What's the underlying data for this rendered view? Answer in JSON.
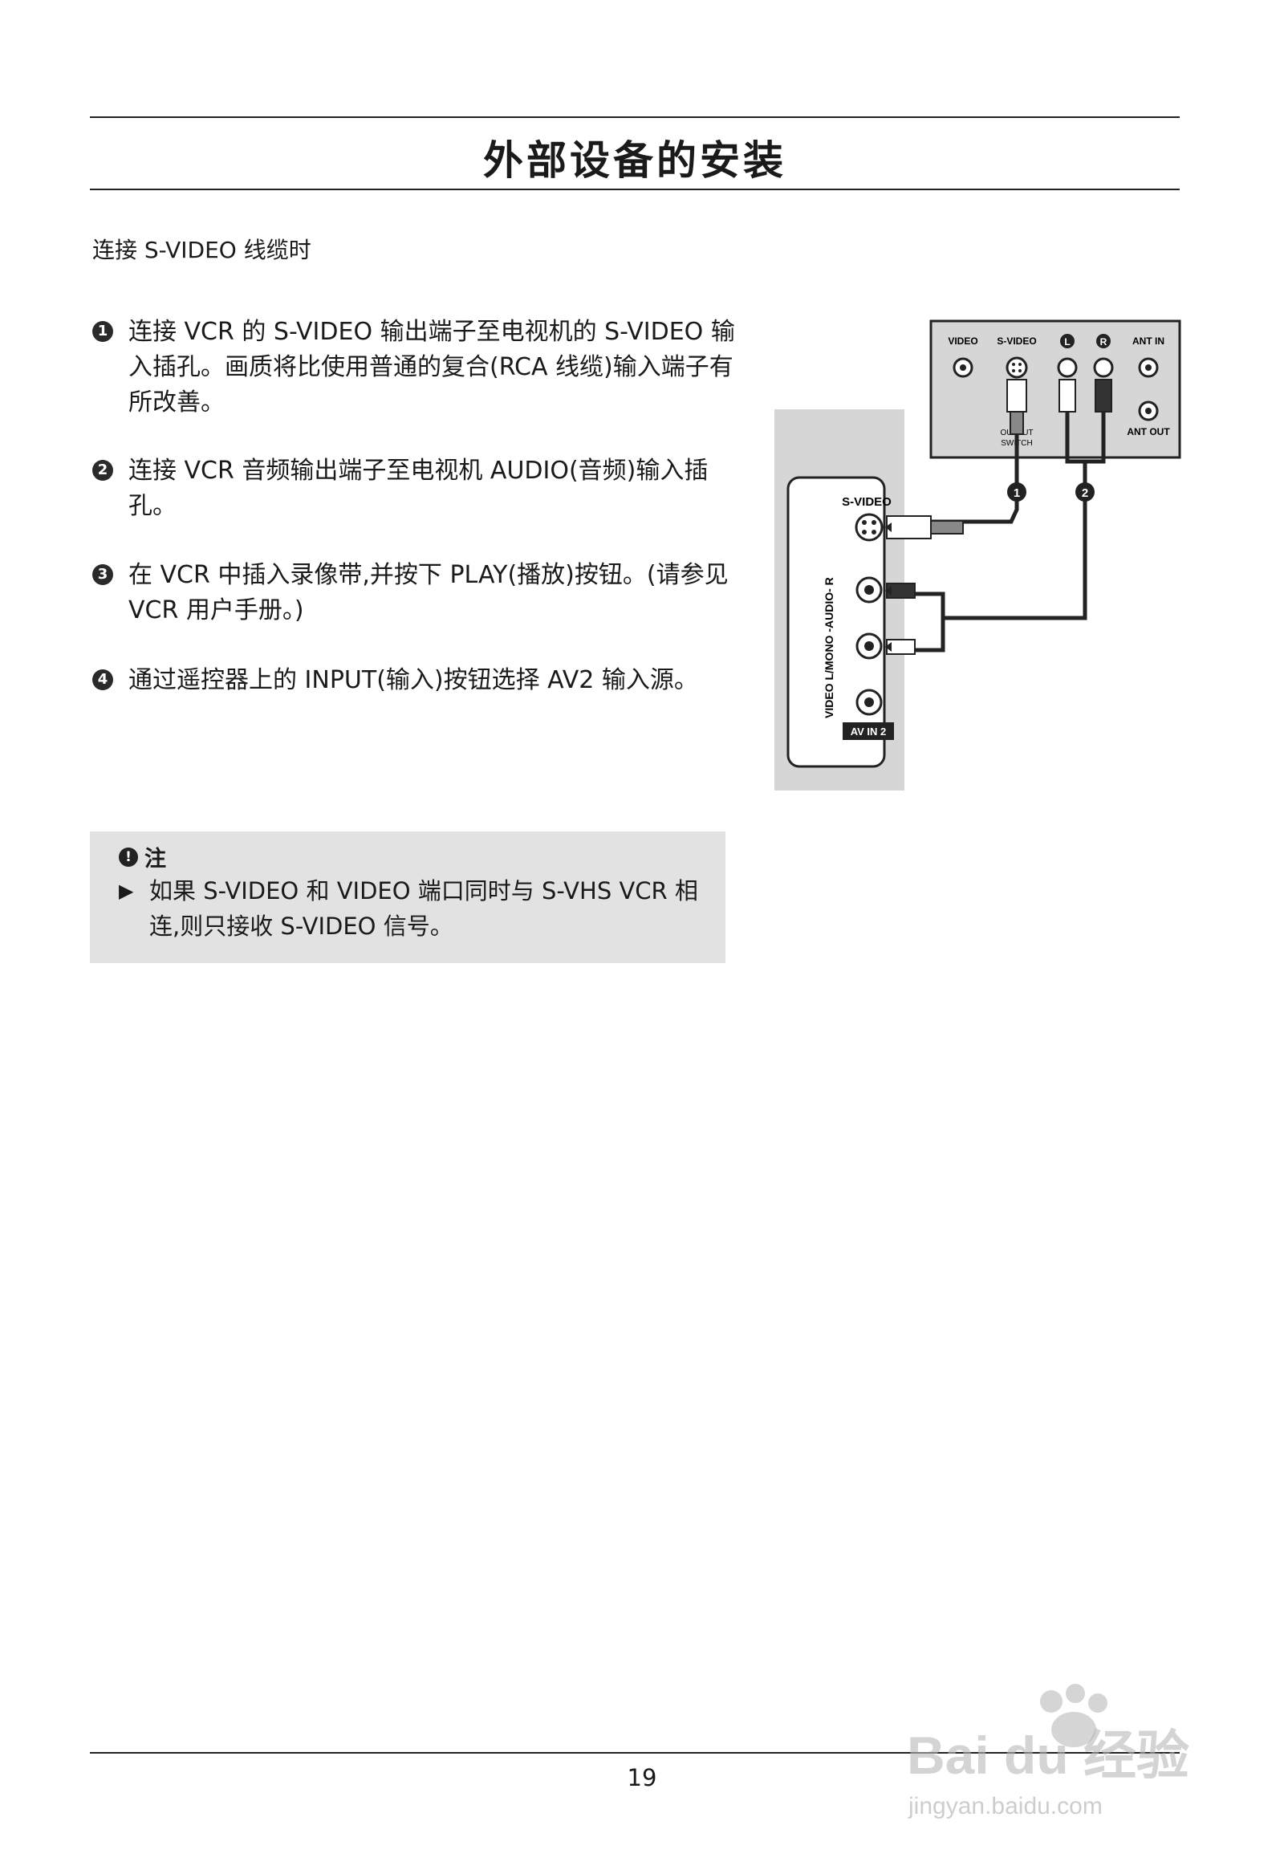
{
  "header": {
    "title": "外部设备的安装"
  },
  "section": {
    "subtitle": "连接 S-VIDEO 线缆时"
  },
  "steps": [
    {
      "num": "1",
      "text": "连接 VCR 的 S-VIDEO 输出端子至电视机的 S-VIDEO 输入插孔。画质将比使用普通的复合(RCA 线缆)输入端子有所改善。"
    },
    {
      "num": "2",
      "text": "连接 VCR 音频输出端子至电视机 AUDIO(音频)输入插孔。"
    },
    {
      "num": "3",
      "text": "在 VCR 中插入录像带,并按下 PLAY(播放)按钮。(请参见 VCR 用户手册。)"
    },
    {
      "num": "4",
      "text": "通过遥控器上的 INPUT(输入)按钮选择 AV2 输入源。"
    }
  ],
  "note": {
    "icon": "exclamation-icon",
    "icon_glyph": "!",
    "title": "注",
    "arrow": "▶",
    "text": "如果 S-VIDEO 和 VIDEO 端口同时与 S-VHS VCR 相连,则只接收 S-VIDEO 信号。"
  },
  "diagram": {
    "vcr_panel": {
      "labels": [
        "VIDEO",
        "S-VIDEO",
        "L",
        "R",
        "ANT IN"
      ],
      "ant_out": "ANT OUT",
      "switch_line1": "OUTPUT",
      "switch_line2": "SWITCH"
    },
    "tv_panel": {
      "svideo": "S-VIDEO",
      "vertical_label": "VIDEO  L/MONO -AUDIO- R",
      "av_in": "AV IN 2"
    },
    "callouts": [
      "1",
      "2"
    ]
  },
  "footer": {
    "page_number": "19"
  },
  "watermark": {
    "brand": "Bai du 经验",
    "url": "jingyan.baidu.com"
  },
  "colors": {
    "note_bg": "#e2e2e2",
    "panel_bg": "#d6d6d6",
    "text": "#1a1a1a"
  }
}
